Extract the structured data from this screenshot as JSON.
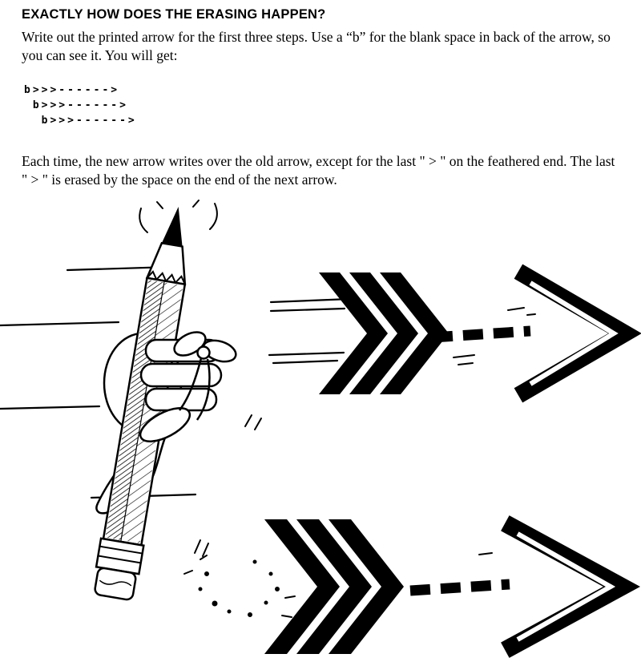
{
  "page": {
    "heading": "EXACTLY HOW DOES THE ERASING HAPPEN?",
    "intro": "Write out the printed arrow for the first three steps. Use a “b” for the blank space in back of the arrow, so you can see it. You will get:",
    "code_lines": [
      "b>>>------>",
      " b>>>------>",
      "  b>>>------>"
    ],
    "explanation": "Each time, the new arrow writes over the old arrow, except for the last \" > \" on the feathered end. The last \" > \" is erased by the space on the end of the next arrow."
  },
  "colors": {
    "ink": "#000000",
    "paper": "#ffffff"
  }
}
